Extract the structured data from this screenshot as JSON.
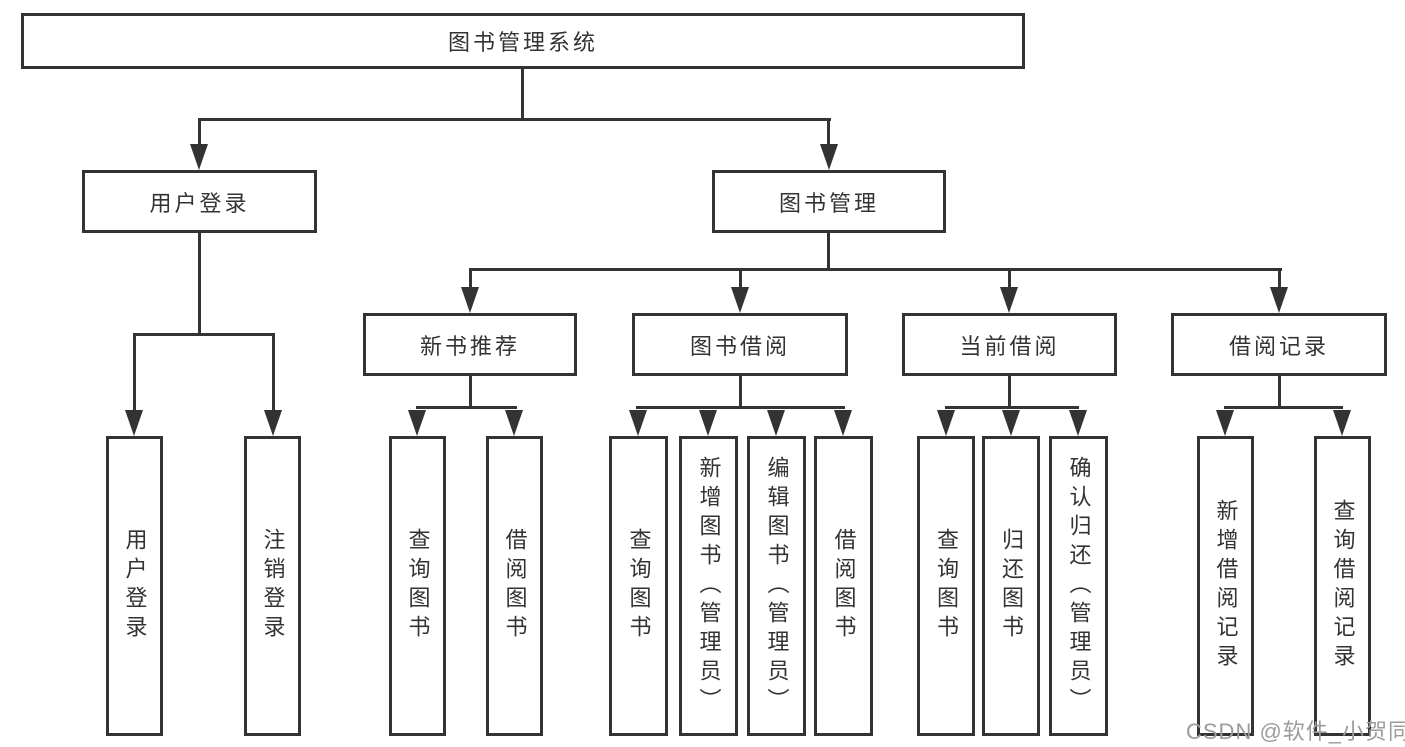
{
  "tree": {
    "root": {
      "label": "图书管理系统"
    },
    "level1": [
      {
        "label": "用户登录"
      },
      {
        "label": "图书管理"
      }
    ],
    "level2": [
      {
        "label": "新书推荐"
      },
      {
        "label": "图书借阅"
      },
      {
        "label": "当前借阅"
      },
      {
        "label": "借阅记录"
      }
    ],
    "leaves": [
      {
        "label": "用户登录"
      },
      {
        "label": "注销登录"
      },
      {
        "label": "查询图书"
      },
      {
        "label": "借阅图书"
      },
      {
        "label": "查询图书"
      },
      {
        "label": "新增图书（管理员）"
      },
      {
        "label": "编辑图书（管理员）"
      },
      {
        "label": "借阅图书"
      },
      {
        "label": "查询图书"
      },
      {
        "label": "归还图书"
      },
      {
        "label": "确认归还（管理员）"
      },
      {
        "label": "新增借阅记录"
      },
      {
        "label": "查询借阅记录"
      }
    ]
  },
  "watermark": {
    "text": "CSDN @软件_小贺同学"
  },
  "colors": {
    "line": "#333333",
    "text": "#333333",
    "background": "#ffffff",
    "watermark": "#9c9c9c"
  }
}
